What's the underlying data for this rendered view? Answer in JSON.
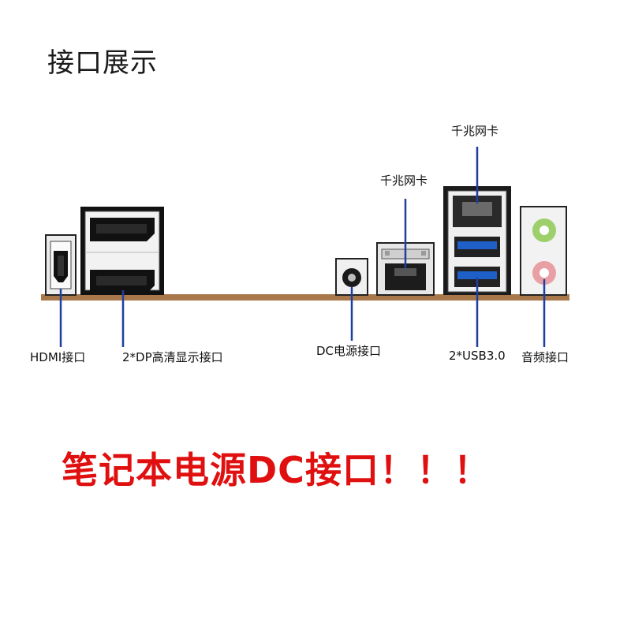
{
  "title": "接口展示",
  "labels": {
    "hdmi": "HDMI接口",
    "dp": "2*DP高清显示接口",
    "dc": "DC电源接口",
    "lan1": "千兆网卡",
    "lan2": "千兆网卡",
    "usb": "2*USB3.0",
    "audio": "音频接口"
  },
  "warning": "笔记本电源DC接口！！！",
  "colors": {
    "leader_line": "#1f3fa0",
    "board": "#a8784a",
    "warning": "#e01010",
    "usb_blue": "#1e5fc8",
    "audio_green": "#9dcf6a",
    "audio_pink": "#e9a0a4"
  }
}
